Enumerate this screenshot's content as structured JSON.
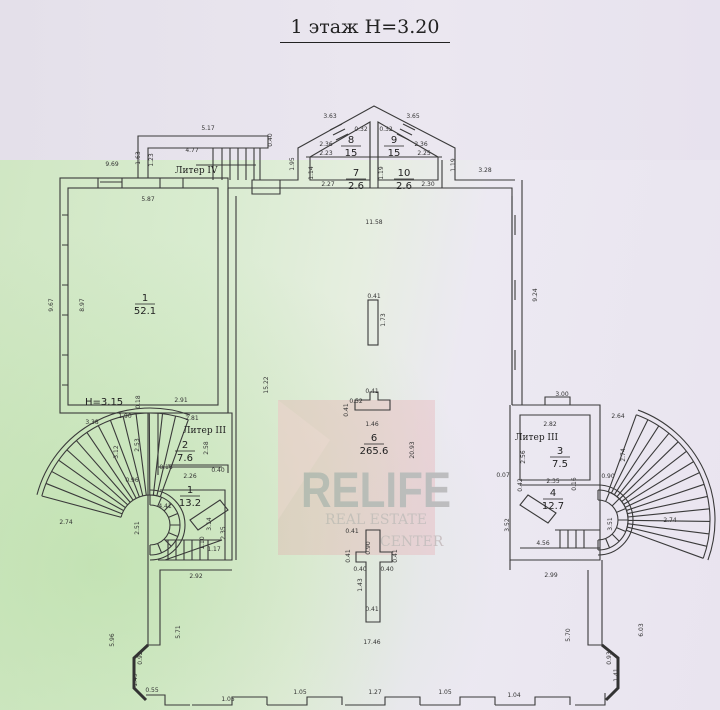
{
  "title": "1 этаж  H=3.20",
  "watermark": {
    "brand": "RELIFE",
    "sub1": "REAL ESTATE",
    "sub2": "CENTER"
  },
  "height_label": "H=3.15",
  "liters": [
    "Литер IV",
    "Литер III",
    "Литер III"
  ],
  "rooms": [
    {
      "num": "1",
      "area": "52.1"
    },
    {
      "num": "2",
      "area": "7.6"
    },
    {
      "num": "1",
      "area": "13.2"
    },
    {
      "num": "3",
      "area": "7.5"
    },
    {
      "num": "4",
      "area": "12.7"
    },
    {
      "num": "6",
      "area": "265.6"
    },
    {
      "num": "7",
      "area": "2.6"
    },
    {
      "num": "8",
      "area": "15"
    },
    {
      "num": "9",
      "area": "15"
    },
    {
      "num": "10",
      "area": "2.6"
    }
  ],
  "dims": [
    "5.17",
    "0.40",
    "4.77",
    "1.63",
    "1.23",
    "9.69",
    "5.87",
    "9.67",
    "8.97",
    "0.18",
    "2.91",
    "1.95",
    "3.63",
    "3.65",
    "2.36",
    "0.32",
    "0.32",
    "2.36",
    "2.23",
    "2.25",
    "1.14",
    "2.27",
    "1.19",
    "2.30",
    "1.19",
    "3.28",
    "11.58",
    "0.41",
    "1.73",
    "9.24",
    "15.22",
    "0.41",
    "0.52",
    "0.41",
    "1.46",
    "20.93",
    "0.41",
    "0.90",
    "0.41",
    "0.41",
    "0.40",
    "0.40",
    "1.43",
    "0.41",
    "17.46",
    "3.00",
    "2.64",
    "2.74",
    "2.82",
    "2.56",
    "0.07",
    "0.42",
    "2.35",
    "0.16",
    "0.90",
    "3.52",
    "3.51",
    "4.56",
    "2.74",
    "2.99",
    "5.70",
    "6.03",
    "3.38",
    "1.90",
    "3.12",
    "2.53",
    "2.81",
    "2.58",
    "0.16",
    "2.26",
    "0.40",
    "0.96",
    "4.41",
    "2.74",
    "2.51",
    "3.14",
    "1.10",
    "2.35",
    "1.17",
    "2.92",
    "5.96",
    "5.71",
    "0.92",
    "1.49",
    "0.55",
    "1.05",
    "1.05",
    "1.27",
    "1.05",
    "1.04",
    "0.93",
    "1.41"
  ],
  "colors": {
    "line": "#3a3a3a",
    "watermark_red": "#e8a0a8",
    "watermark_grey": "#9a9a9a"
  }
}
